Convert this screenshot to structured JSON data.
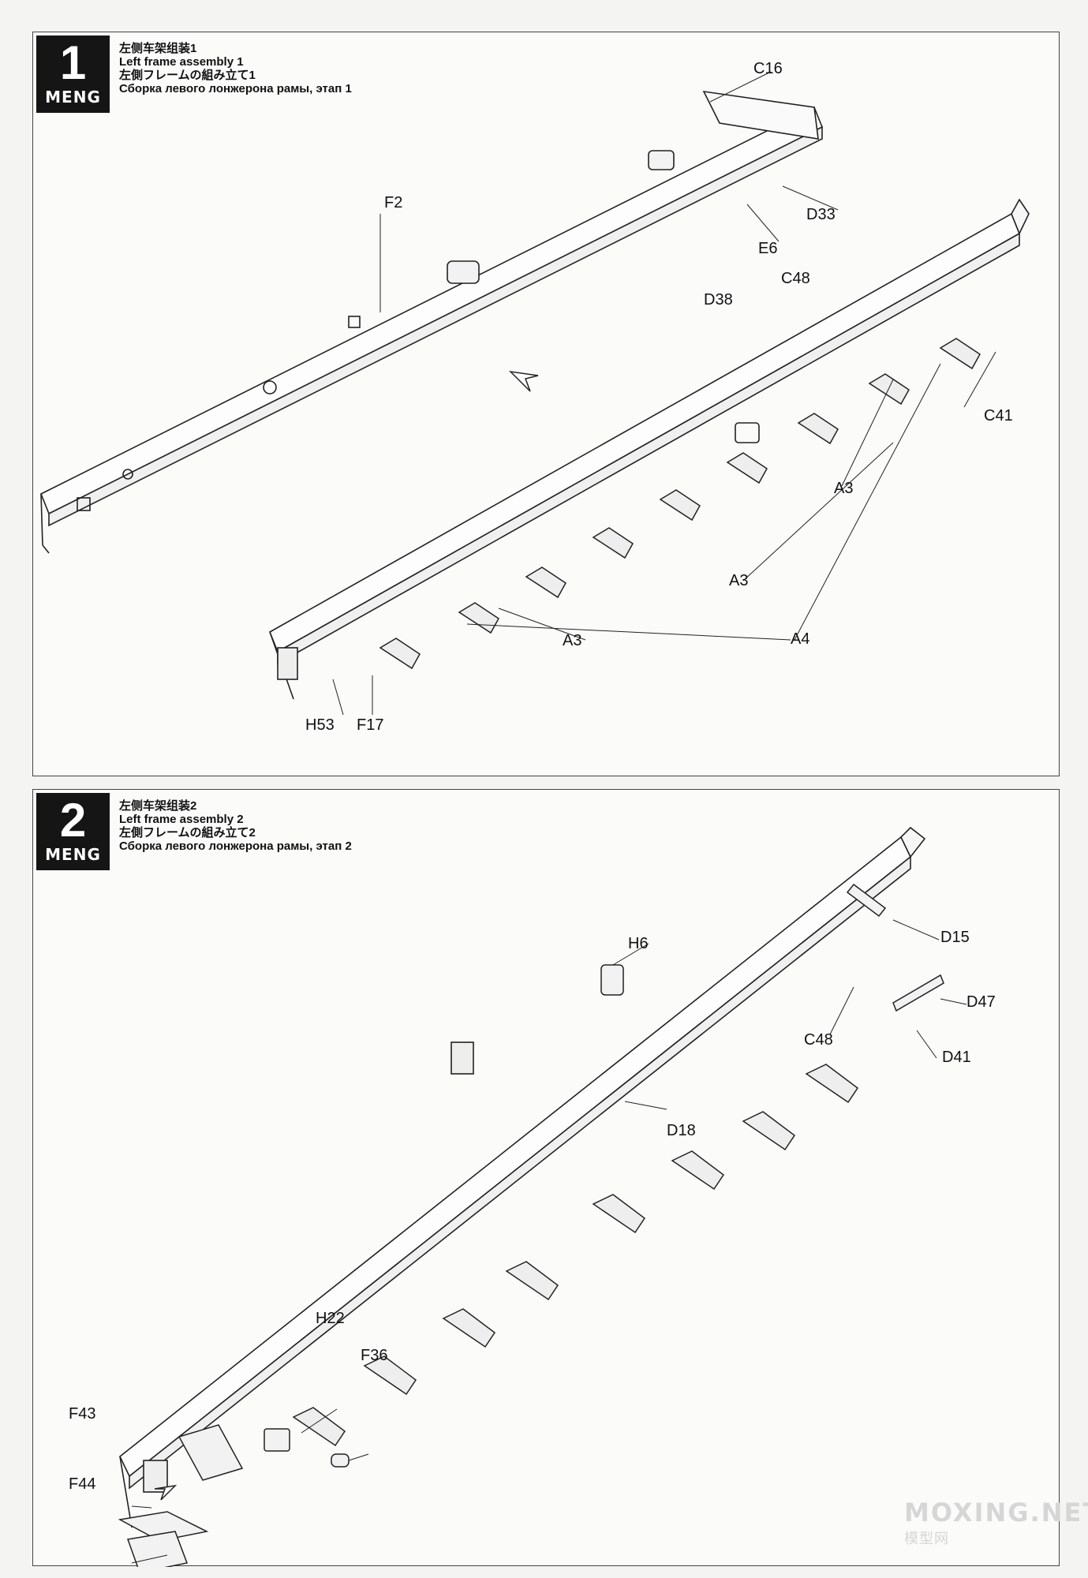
{
  "steps": [
    {
      "number": "1",
      "brand": "MENG",
      "title_zh": "左侧车架组装1",
      "title_en": "Left frame assembly 1",
      "title_ja": "左側フレームの組み立て1",
      "title_ru": "Сборка левого лонжерона рамы, этап 1",
      "part_labels": [
        "C16",
        "F2",
        "D33",
        "E6",
        "C48",
        "D38",
        "C41",
        "A3",
        "A3",
        "A3",
        "A4",
        "H53",
        "F17"
      ]
    },
    {
      "number": "2",
      "brand": "MENG",
      "title_zh": "左侧车架组装2",
      "title_en": "Left frame assembly 2",
      "title_ja": "左側フレームの組み立て2",
      "title_ru": "Сборка левого лонжерона рамы, этап 2",
      "part_labels": [
        "H6",
        "D15",
        "D47",
        "C48",
        "D41",
        "D18",
        "H22",
        "F36",
        "F43",
        "F44"
      ]
    }
  ],
  "watermark": {
    "text": "MOXING.NET",
    "subtext": "模型网"
  }
}
